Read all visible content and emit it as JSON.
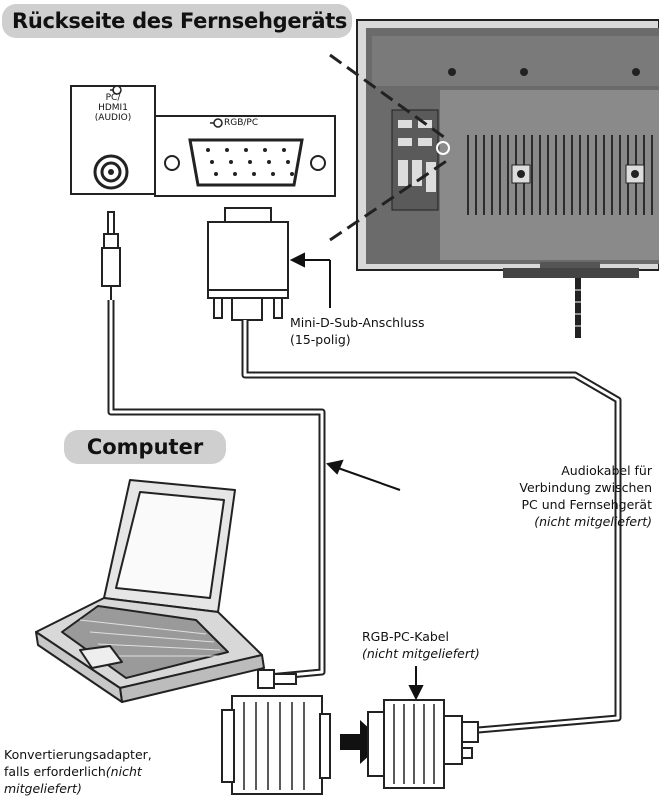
{
  "banners": {
    "tv_back": "Rückseite des Fernsehgeräts",
    "computer": "Computer"
  },
  "ports": {
    "audio_port": "PC/\nHDMI1\n(AUDIO)",
    "rgb_port": "RGB/PC"
  },
  "callouts": {
    "mini_dsub": "Mini-D-Sub-Anschluss\n(15-polig)",
    "audio_cable": "Audiokabel für\nVerbindung zwischen\nPC und Fernsehgerät",
    "audio_cable_note": "(nicht mitgeliefert)",
    "rgb_cable": "RGB-PC-Kabel",
    "rgb_cable_note": "(nicht mitgeliefert)",
    "adapter": "Konvertierungsadapter,\nfalls erforderlich",
    "adapter_note": "(nicht\nmitgeliefert)"
  },
  "colors": {
    "banner_bg": "#cfcfcf",
    "line": "#222222",
    "tv_body": "#6b6b6b"
  }
}
